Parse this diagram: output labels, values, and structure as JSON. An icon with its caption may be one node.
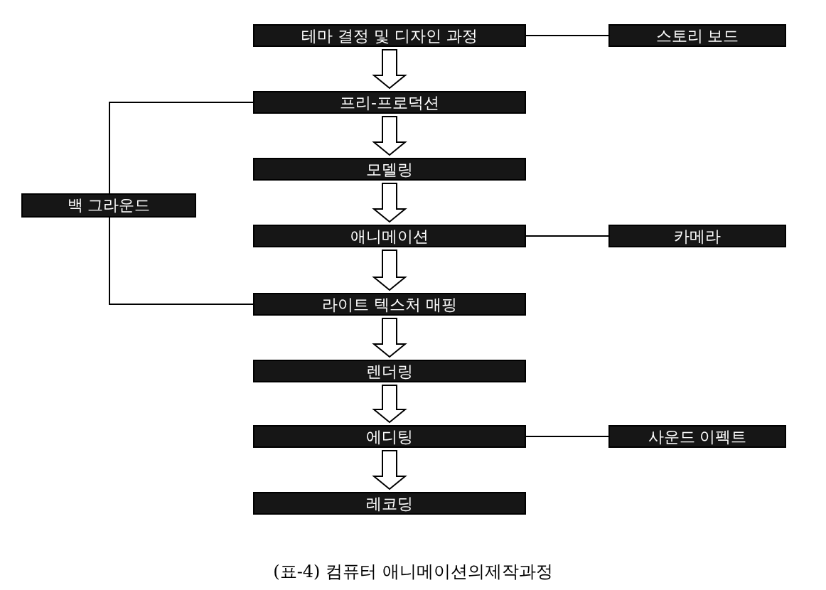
{
  "diagram": {
    "caption": "(표-4) 컴퓨터 애니메이션의제작과정",
    "nodes": [
      {
        "text": [
          "테마 결정 및 디자인 과정"
        ]
      },
      {
        "text": [
          "스토리 보드"
        ]
      },
      {
        "text": [
          "프리-프로덕션"
        ]
      },
      {
        "text": [
          "모델링"
        ]
      },
      {
        "text": [
          "백 그라운드"
        ]
      },
      {
        "text": [
          "애니메이션"
        ]
      },
      {
        "text": [
          "카메라"
        ]
      },
      {
        "text": [
          "라이트 텍스처 매핑"
        ]
      },
      {
        "text": [
          "렌더링"
        ]
      },
      {
        "text": [
          "에디팅"
        ]
      },
      {
        "text": [
          "사운드 이펙트"
        ]
      },
      {
        "text": [
          "레코딩"
        ]
      }
    ],
    "edges": [
      {
        "from": 0,
        "to": 2,
        "arrow": "to"
      },
      {
        "from": 2,
        "to": 3,
        "arrow": "to"
      },
      {
        "from": 3,
        "to": 5,
        "arrow": "to"
      },
      {
        "from": 5,
        "to": 7,
        "arrow": "to"
      },
      {
        "from": 7,
        "to": 8,
        "arrow": "to"
      },
      {
        "from": 8,
        "to": 9,
        "arrow": "to"
      },
      {
        "from": 9,
        "to": 11,
        "arrow": "to"
      },
      {
        "from": 0,
        "to": 1,
        "arrow": "none"
      },
      {
        "from": 5,
        "to": 6,
        "arrow": "none"
      },
      {
        "from": 9,
        "to": 10,
        "arrow": "none"
      },
      {
        "from": 4,
        "to": 2,
        "arrow": "none"
      },
      {
        "from": 4,
        "to": 7,
        "arrow": "none"
      }
    ]
  }
}
